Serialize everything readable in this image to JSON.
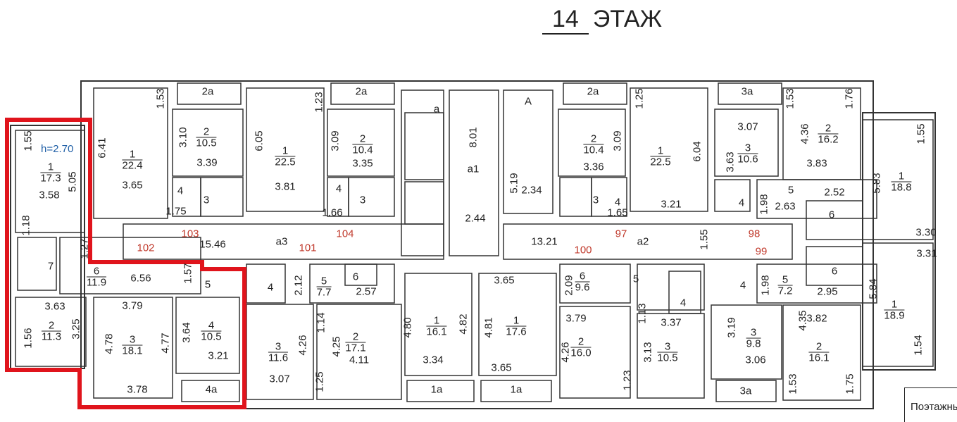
{
  "title": {
    "floor_number": "14",
    "floor_word": "ЭТАЖ"
  },
  "ceiling_height": "h=2.70",
  "legend_text": "Поэтажны",
  "highlight_color": "#e0141c",
  "rooms": [
    {
      "num": "1",
      "area": "17.3"
    },
    {
      "num": "6",
      "area": "11.9"
    },
    {
      "num": "2",
      "area": "11.3"
    },
    {
      "num": "3",
      "area": "18.1"
    },
    {
      "num": "4",
      "area": "10.5"
    },
    {
      "num": "1",
      "area": "22.4"
    },
    {
      "num": "2",
      "area": "10.5"
    },
    {
      "num": "1",
      "area": "22.5"
    },
    {
      "num": "2",
      "area": "10.4"
    },
    {
      "num": "5",
      "area": "7.7"
    },
    {
      "num": "2",
      "area": "17.1"
    },
    {
      "num": "3",
      "area": "11.6"
    },
    {
      "num": "1",
      "area": "16.1"
    },
    {
      "num": "1",
      "area": "17.6"
    },
    {
      "num": "2",
      "area": "10.4"
    },
    {
      "num": "1",
      "area": "22.5"
    },
    {
      "num": "3",
      "area": "10.6"
    },
    {
      "num": "2",
      "area": "16.2"
    },
    {
      "num": "1",
      "area": "18.8"
    },
    {
      "num": "6",
      "area": "9.6"
    },
    {
      "num": "2",
      "area": "16.0"
    },
    {
      "num": "3",
      "area": "10.5"
    },
    {
      "num": "5",
      "area": "7.2"
    },
    {
      "num": "3",
      "area": "9.8"
    },
    {
      "num": "2",
      "area": "16.1"
    },
    {
      "num": "1",
      "area": "18.9"
    }
  ],
  "dims_h": [
    "3.58",
    "6.56",
    "3.63",
    "3.79",
    "3.78",
    "3.21",
    "3.65",
    "3.39",
    "1.75",
    "3.81",
    "3.35",
    "1.66",
    "15.46",
    "2.44",
    "2.34",
    "3.36",
    "1.65",
    "13.21",
    "3.21",
    "3.07",
    "2.63",
    "3.83",
    "2.52",
    "3.30",
    "3.31",
    "2.95",
    "3.82",
    "3.06",
    "3.37",
    "3.79",
    "3.65",
    "3.34",
    "3.65",
    "2.57",
    "4.11",
    "3.07"
  ],
  "dims_v": [
    "1.55",
    "5.05",
    "1.18",
    "1.27",
    "1.57",
    "3.25",
    "1.56",
    "4.78",
    "4.77",
    "3.64",
    "6.41",
    "1.53",
    "3.10",
    "6.05",
    "1.23",
    "3.09",
    "8.01",
    "5.19",
    "3.09",
    "1.55",
    "1.25",
    "6.04",
    "3.63",
    "1.98",
    "1.53",
    "4.36",
    "1.76",
    "1.55",
    "5.83",
    "1.98",
    "5.84",
    "1.54",
    "4.35",
    "1.53",
    "1.75",
    "3.19",
    "1.13",
    "3.13",
    "1.23",
    "2.09",
    "4.26",
    "4.81",
    "4.80",
    "4.82",
    "2.12",
    "1.14",
    "4.25",
    "1.25",
    "4.26"
  ],
  "apartment_numbers": [
    "102",
    "103",
    "101",
    "104",
    "97",
    "100",
    "98",
    "99"
  ],
  "space_codes": [
    "7",
    "5",
    "4a",
    "2a",
    "4",
    "3",
    "2a",
    "4",
    "3",
    "a3",
    "a",
    "a1",
    "A",
    "2a",
    "3",
    "4",
    "a2",
    "3a",
    "4",
    "5",
    "6",
    "6",
    "4",
    "3a",
    "5",
    "4",
    "4",
    "6",
    "1a",
    "1a"
  ]
}
